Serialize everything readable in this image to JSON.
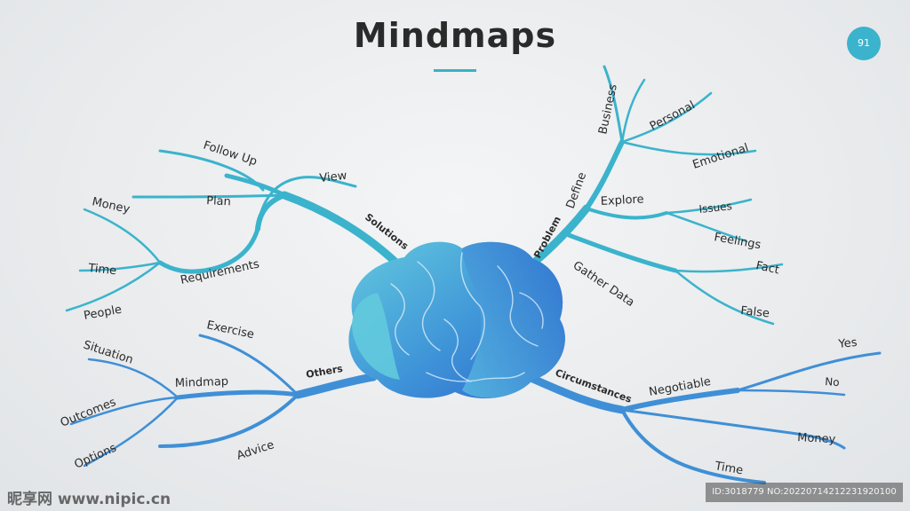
{
  "title": "Mindmaps",
  "page_number": "91",
  "colors": {
    "teal": "#3bb3cc",
    "blue": "#3f8fd6",
    "brain_light": "#5fc4dc",
    "brain_dark": "#2f6fcf"
  },
  "branches": {
    "solutions": {
      "label": "Solutions",
      "children": {
        "follow_up": "Follow Up",
        "view": "View",
        "plan": "Plan",
        "requirements": {
          "label": "Requirements",
          "children": [
            "Money",
            "Time",
            "People"
          ]
        }
      }
    },
    "others": {
      "label": "Others",
      "children": {
        "exercise": "Exercise",
        "mindmap": {
          "label": "Mindmap",
          "children": [
            "Situation",
            "Outcomes",
            "Options"
          ]
        },
        "advice": "Advice"
      }
    },
    "problem": {
      "label": "Problem",
      "children": {
        "define": "Define",
        "business": "Business",
        "personal": "Personal",
        "emotional": "Emotional",
        "explore": {
          "label": "Explore",
          "children": [
            "Issues",
            "Feelings"
          ]
        },
        "gather_data": {
          "label": "Gather Data",
          "children": [
            "Fact",
            "False"
          ]
        }
      }
    },
    "circumstances": {
      "label": "Circumstances",
      "children": {
        "negotiable": {
          "label": "Negotiable",
          "children": [
            "Yes",
            "No",
            "Money",
            "Time"
          ]
        }
      }
    }
  },
  "watermark": {
    "left": "昵享网 www.nipic.cn",
    "right": "ID:3018779 NO:20220714212231920100"
  }
}
